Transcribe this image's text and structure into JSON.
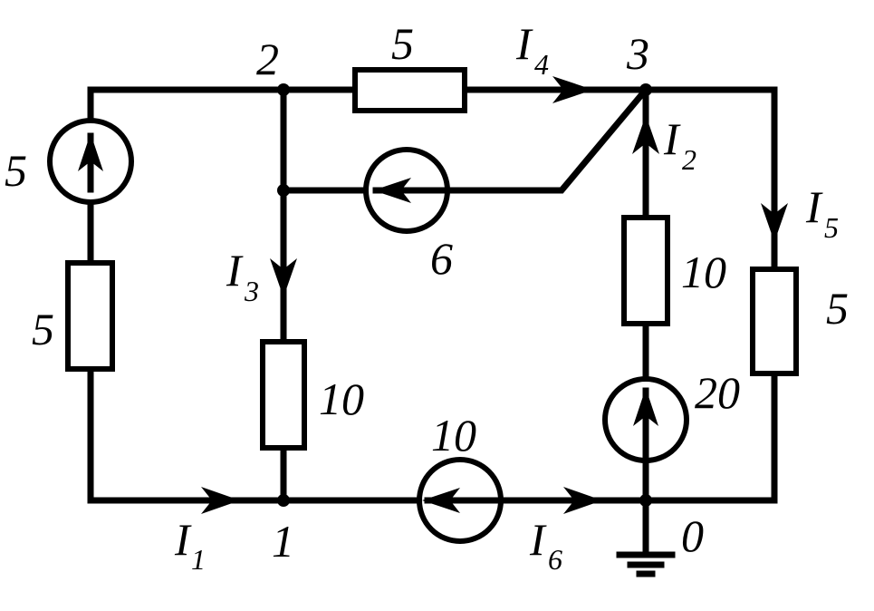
{
  "nodes": {
    "n0": "0",
    "n1": "1",
    "n2": "2",
    "n3": "3"
  },
  "currents": [
    {
      "main": "I",
      "sub": "1"
    },
    {
      "main": "I",
      "sub": "2"
    },
    {
      "main": "I",
      "sub": "3"
    },
    {
      "main": "I",
      "sub": "4"
    },
    {
      "main": "I",
      "sub": "5"
    },
    {
      "main": "I",
      "sub": "6"
    }
  ],
  "resistors": {
    "r_left": "5",
    "r_top": "5",
    "r_mid": "10",
    "r_right_inner": "10",
    "r_right_outer": "5"
  },
  "sources": {
    "s_left": "5",
    "s_mid": "6",
    "s_bottom": "10",
    "s_right": "20"
  }
}
